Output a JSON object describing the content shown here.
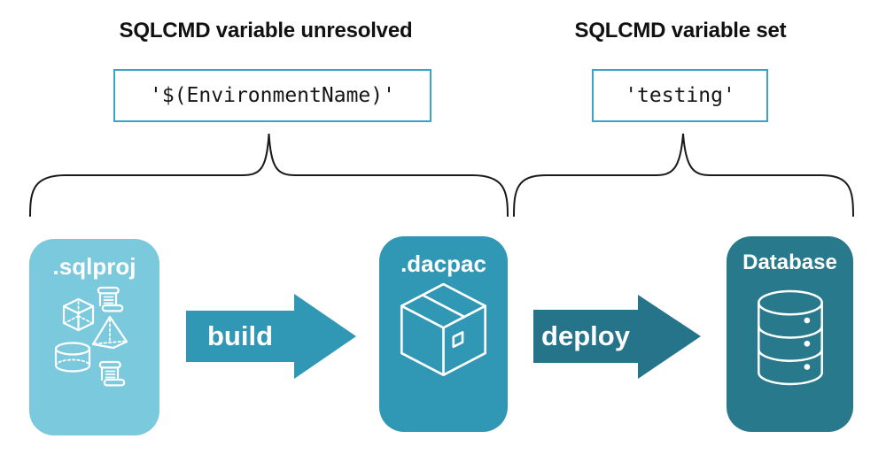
{
  "annotations": {
    "left": {
      "heading": "SQLCMD variable unresolved",
      "code": "'$(EnvironmentName)'"
    },
    "right": {
      "heading": "SQLCMD variable set",
      "code": "'testing'"
    }
  },
  "pipeline": {
    "stages": [
      {
        "label": ".sqlproj",
        "icon": "sql-objects-icon",
        "color": "#7bc9dc"
      },
      {
        "label": ".dacpac",
        "icon": "package-box-icon",
        "color": "#3097b5"
      },
      {
        "label": "Database",
        "icon": "database-cylinder-icon",
        "color": "#27798b"
      }
    ],
    "arrows": [
      {
        "label": "build",
        "color": "#3097b5"
      },
      {
        "label": "deploy",
        "color": "#26748a"
      }
    ]
  },
  "colors": {
    "background": "#ffffff",
    "heading_text": "#111111",
    "code_text": "#161616",
    "code_box_border": "#38a6c2",
    "brace_stroke": "#1a1a1a",
    "icon_stroke": "#ffffff",
    "label_text": "#ffffff"
  }
}
